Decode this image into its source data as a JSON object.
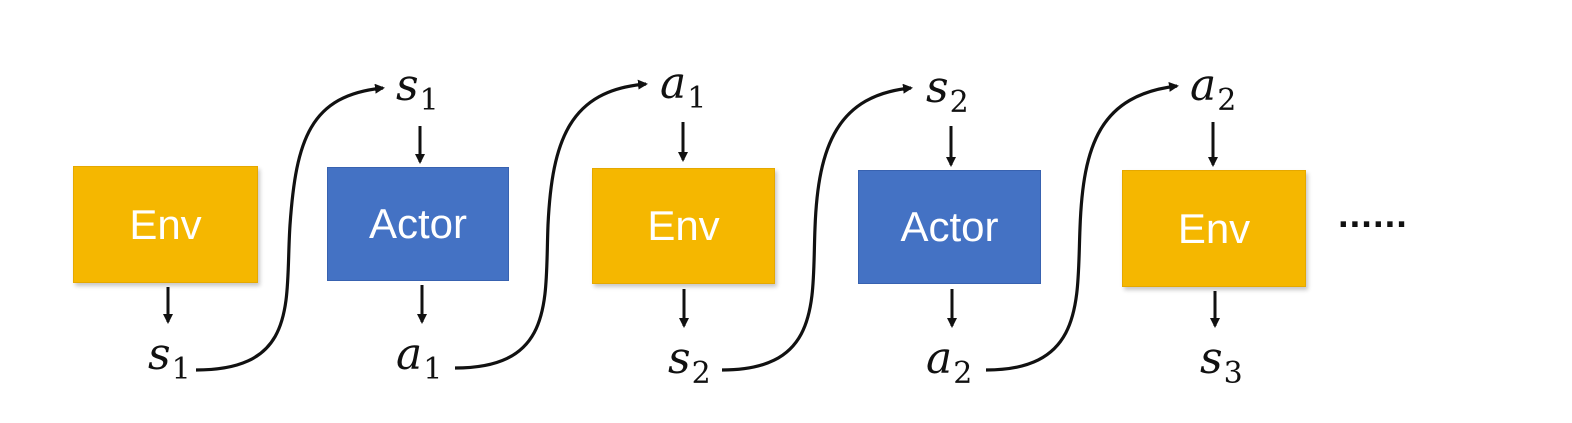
{
  "boxes": [
    {
      "id": "env-1",
      "label": "Env",
      "kind": "env"
    },
    {
      "id": "actor-1",
      "label": "Actor",
      "kind": "actor"
    },
    {
      "id": "env-2",
      "label": "Env",
      "kind": "env"
    },
    {
      "id": "actor-2",
      "label": "Actor",
      "kind": "actor"
    },
    {
      "id": "env-3",
      "label": "Env",
      "kind": "env"
    }
  ],
  "bottom_vars": [
    {
      "symbol": "s",
      "sub": "1"
    },
    {
      "symbol": "a",
      "sub": "1"
    },
    {
      "symbol": "s",
      "sub": "2"
    },
    {
      "symbol": "a",
      "sub": "2"
    },
    {
      "symbol": "s",
      "sub": "3"
    }
  ],
  "top_vars": [
    {
      "symbol": "s",
      "sub": "1"
    },
    {
      "symbol": "a",
      "sub": "1"
    },
    {
      "symbol": "s",
      "sub": "2"
    },
    {
      "symbol": "a",
      "sub": "2"
    }
  ],
  "continuation": "······",
  "colors": {
    "env": "#f5b700",
    "actor": "#4472c4",
    "text_on_box": "#ffffff",
    "arrow": "#111111"
  }
}
